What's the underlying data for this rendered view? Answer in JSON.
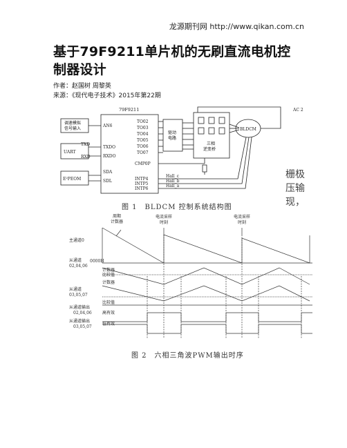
{
  "header": {
    "site": "龙源期刊网 http://www.qikan.com.cn"
  },
  "article": {
    "title": "基于79F9211单片机的无刷直流电机控制器设计",
    "author": "作者：赵国树 周黎英",
    "source": "来源：《现代电子技术》2015年第22期"
  },
  "fig1": {
    "chip": "79F9211",
    "ac_label": "AC 2",
    "left_blocks": [
      "调速模拟\n信号输入",
      "UART",
      "E²PEOM"
    ],
    "uart_pins": [
      "TXD",
      "RXD"
    ],
    "chip_left_pins": [
      "AN6",
      "TXDO",
      "RXDO",
      "SDA",
      "SDL"
    ],
    "chip_right_pins": [
      "TO02",
      "TO03",
      "TO04",
      "TO05",
      "TO06",
      "TO07",
      "CMP0P",
      "INTP4",
      "INTP5",
      "INTP6"
    ],
    "drive_block": "驱动\n电路",
    "inverter_block": "三相\n逆变桥",
    "motor": "BLDCM",
    "hall": [
      "Hall_c",
      "Hall_b",
      "Hall_a"
    ],
    "caption": "图 1　BLDCM 控制系统结构图",
    "side_text": [
      "栅极",
      "压输",
      "现，"
    ]
  },
  "fig2": {
    "labels": {
      "period_counter": "周期\n计数器",
      "sample1": "电流采样\n时刻",
      "sample2": "电流采样\n时刻",
      "master": "主通道0",
      "zero": "0000H",
      "slave1": "从通道\n02,04,06",
      "counter1": "计数器",
      "compare1": "比较值",
      "slave2": "从通道\n03,05,07",
      "counter2": "计数器",
      "compare2": "比较值",
      "out1": "从通道输出\n02,04,06",
      "out1_level": "高有效",
      "out2": "从通道输出\n03,05,07",
      "out2_level": "低有效"
    },
    "caption": "图 2　六相三角波PWM输出时序"
  }
}
